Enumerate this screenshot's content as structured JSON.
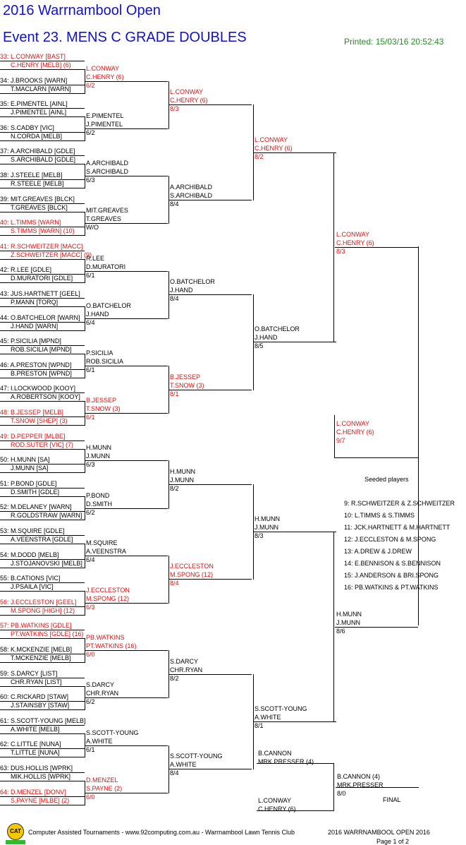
{
  "header": {
    "tournament": "2016 Warrnambool Open",
    "event": "Event 23. MENS C GRADE DOUBLES",
    "printed": "Printed: 15/03/16 20:52:43"
  },
  "draw": [
    {
      "seed_no": "33",
      "a": "L.CONWAY [BAST]",
      "b": "C.HENRY [MELB] (6)",
      "red": true
    },
    {
      "seed_no": "34",
      "a": "J.BROOKS [WARN]",
      "b": "T.MACLARN [WARN]",
      "red": false
    },
    {
      "seed_no": "35",
      "a": "E.PIMENTEL [AINL]",
      "b": "J.PIMENTEL [AINL]",
      "red": false
    },
    {
      "seed_no": "36",
      "a": "S.CADBY [VIC]",
      "b": "N.CORDA [MELB]",
      "red": false
    },
    {
      "seed_no": "37",
      "a": "A.ARCHIBALD [GDLE]",
      "b": "S.ARCHIBALD [GDLE]",
      "red": false
    },
    {
      "seed_no": "38",
      "a": "J.STEELE [MELB]",
      "b": "R.STEELE [MELB]",
      "red": false
    },
    {
      "seed_no": "39",
      "a": "MIT.GREAVES [BLCK]",
      "b": "T.GREAVES [BLCK]",
      "red": false
    },
    {
      "seed_no": "40",
      "a": "L.TIMMS [WARN]",
      "b": "S.TIMMS [WARN] (10)",
      "red": true
    },
    {
      "seed_no": "41",
      "a": "R.SCHWEITZER [MACC]",
      "b": "Z.SCHWEITZER [MACC] (9)",
      "red": true
    },
    {
      "seed_no": "42",
      "a": "R.LEE [GDLE]",
      "b": "D.MURATORI [GDLE]",
      "red": false
    },
    {
      "seed_no": "43",
      "a": "JUS.HARTNETT [GEEL]",
      "b": "P.MANN [TORQ]",
      "red": false
    },
    {
      "seed_no": "44",
      "a": "O.BATCHELOR [WARN]",
      "b": "J.HAND [WARN]",
      "red": false
    },
    {
      "seed_no": "45",
      "a": "P.SICILIA [MPND]",
      "b": "ROB.SICILIA [MPND]",
      "red": false
    },
    {
      "seed_no": "46",
      "a": "A.PRESTON [WPND]",
      "b": "B.PRESTON [WPND]",
      "red": false
    },
    {
      "seed_no": "47",
      "a": "I.LOCKWOOD [KOOY]",
      "b": "A.ROBERTSON [KOOY]",
      "red": false
    },
    {
      "seed_no": "48",
      "a": "B.JESSEP [MELB]",
      "b": "T.SNOW [SHEP] (3)",
      "red": true
    },
    {
      "seed_no": "49",
      "a": "D.PEPPER [MLBE]",
      "b": "ROD.SUTER [VIC] (7)",
      "red": true
    },
    {
      "seed_no": "50",
      "a": "H.MUNN [SA]",
      "b": "J.MUNN [SA]",
      "red": false
    },
    {
      "seed_no": "51",
      "a": "P.BOND [GDLE]",
      "b": "D.SMITH [GDLE]",
      "red": false
    },
    {
      "seed_no": "52",
      "a": "M.DELANEY [WARN]",
      "b": "R.GOLDSTRAW [WARN]",
      "red": false
    },
    {
      "seed_no": "53",
      "a": "M.SQUIRE [GDLE]",
      "b": "A.VEENSTRA [GDLE]",
      "red": false
    },
    {
      "seed_no": "54",
      "a": "M.DODD [MELB]",
      "b": "J.STOJANOVSKI [MELB]",
      "red": false
    },
    {
      "seed_no": "55",
      "a": "B.CATIONS [VIC]",
      "b": "J.PSAILA [VIC]",
      "red": false
    },
    {
      "seed_no": "56",
      "a": "J.ECCLESTON [GEEL]",
      "b": "M.SPONG [HIGH] (12)",
      "red": true
    },
    {
      "seed_no": "57",
      "a": "PB.WATKINS [GDLE]",
      "b": "PT.WATKINS [GDLE] (16)",
      "red": true
    },
    {
      "seed_no": "58",
      "a": "K.MCKENZIE [MELB]",
      "b": "T.MCKENZIE [MELB]",
      "red": false
    },
    {
      "seed_no": "59",
      "a": "S.DARCY [LIST]",
      "b": "CHR.RYAN [LIST]",
      "red": false
    },
    {
      "seed_no": "60",
      "a": "C.RICKARD [STAW]",
      "b": "J.STAINSBY [STAW]",
      "red": false
    },
    {
      "seed_no": "61",
      "a": "S.SCOTT-YOUNG [MELB]",
      "b": "A.WHITE [MELB]",
      "red": false
    },
    {
      "seed_no": "62",
      "a": "C.LITTLE [NUNA]",
      "b": "T.LITTLE [NUNA]",
      "red": false
    },
    {
      "seed_no": "63",
      "a": "DUS.HOLLIS [WPRK]",
      "b": "MIK.HOLLIS [WPRK]",
      "red": false
    },
    {
      "seed_no": "64",
      "a": "D.MENZEL [DONV]",
      "b": "S.PAYNE [MLBE] (2)",
      "red": true
    }
  ],
  "rounds": [
    [
      {
        "a": "L.CONWAY",
        "b": "C.HENRY (6)",
        "score": "6/2",
        "red": true
      },
      {
        "a": "E.PIMENTEL",
        "b": "J.PIMENTEL",
        "score": "6/2",
        "red": false
      },
      {
        "a": "A.ARCHIBALD",
        "b": "S.ARCHIBALD",
        "score": "6/3",
        "red": false
      },
      {
        "a": "MIT.GREAVES",
        "b": "T.GREAVES",
        "score": "W/O",
        "red": false
      },
      {
        "a": "R.LEE",
        "b": "D.MURATORI",
        "score": "6/1",
        "red": false
      },
      {
        "a": "O.BATCHELOR",
        "b": "J.HAND",
        "score": "6/4",
        "red": false
      },
      {
        "a": "P.SICILIA",
        "b": "ROB.SICILIA",
        "score": "6/1",
        "red": false
      },
      {
        "a": "B.JESSEP",
        "b": "T.SNOW (3)",
        "score": "6/1",
        "red": true
      },
      {
        "a": "H.MUNN",
        "b": "J.MUNN",
        "score": "6/3",
        "red": false
      },
      {
        "a": "P.BOND",
        "b": "D.SMITH",
        "score": "6/2",
        "red": false
      },
      {
        "a": "M.SQUIRE",
        "b": "A.VEENSTRA",
        "score": "6/4",
        "red": false
      },
      {
        "a": "J.ECCLESTON",
        "b": "M.SPONG (12)",
        "score": "6/3",
        "red": true
      },
      {
        "a": "PB.WATKINS",
        "b": "PT.WATKINS (16)",
        "score": "6/0",
        "red": true
      },
      {
        "a": "S.DARCY",
        "b": "CHR.RYAN",
        "score": "6/2",
        "red": false
      },
      {
        "a": "S.SCOTT-YOUNG",
        "b": "A.WHITE",
        "score": "6/1",
        "red": false
      },
      {
        "a": "D.MENZEL",
        "b": "S.PAYNE (2)",
        "score": "6/0",
        "red": true
      }
    ],
    [
      {
        "a": "L.CONWAY",
        "b": "C.HENRY (6)",
        "score": "8/3",
        "red": true
      },
      {
        "a": "A.ARCHIBALD",
        "b": "S.ARCHIBALD",
        "score": "8/4",
        "red": false
      },
      {
        "a": "O.BATCHELOR",
        "b": "J.HAND",
        "score": "8/4",
        "red": false
      },
      {
        "a": "B.JESSEP",
        "b": "T.SNOW (3)",
        "score": "8/1",
        "red": true
      },
      {
        "a": "H.MUNN",
        "b": "J.MUNN",
        "score": "8/2",
        "red": false
      },
      {
        "a": "J.ECCLESTON",
        "b": "M.SPONG (12)",
        "score": "8/4",
        "red": true
      },
      {
        "a": "S.DARCY",
        "b": "CHR.RYAN",
        "score": "8/2",
        "red": false
      },
      {
        "a": "S.SCOTT-YOUNG",
        "b": "A.WHITE",
        "score": "8/4",
        "red": false
      }
    ],
    [
      {
        "a": "L.CONWAY",
        "b": "C.HENRY (6)",
        "score": "8/2",
        "red": true
      },
      {
        "a": "O.BATCHELOR",
        "b": "J.HAND",
        "score": "8/5",
        "red": false
      },
      {
        "a": "H.MUNN",
        "b": "J.MUNN",
        "score": "8/3",
        "red": false
      },
      {
        "a": "S.SCOTT-YOUNG",
        "b": "A.WHITE",
        "score": "8/1",
        "red": false
      }
    ],
    [
      {
        "a": "L.CONWAY",
        "b": "C.HENRY (6)",
        "score": "8/3",
        "red": true
      },
      {
        "a": "H.MUNN",
        "b": "J.MUNN",
        "score": "8/6",
        "red": false
      }
    ],
    [
      {
        "a": "L.CONWAY",
        "b": "C.HENRY (6)",
        "score": "9/7",
        "red": true
      }
    ]
  ],
  "final_box": {
    "top_a": "B.CANNON",
    "top_b": "MRK.PRESSER (4)",
    "bottom_a": "L.CONWAY",
    "bottom_b": "C.HENRY (6)",
    "winner_a": "B.CANNON (4)",
    "winner_b": "MRK.PRESSER",
    "winner_score": "8/0",
    "label": "FINAL"
  },
  "seeds": {
    "heading": "Seeded players",
    "list": [
      "9: R.SCHWEITZER & Z.SCHWEITZER",
      "10: L.TIMMS & S.TIMMS",
      "11: JCK.HARTNETT & M.HARTNETT",
      "12: J.ECCLESTON & M.SPONG",
      "13: A.DREW & J.DREW",
      "14: E.BENNISON & S.BENNISON",
      "15: J.ANDERSON & BRI.SPONG",
      "16: PB.WATKINS & PT.WATKINS"
    ]
  },
  "footer": {
    "logo": "CAT",
    "text": "Computer Assisted Tournaments - www.92computing.com.au  -  Warrnambool Lawn Tennis Club",
    "right": "2016 WARRNAMBOOL OPEN 2016",
    "page": "Page 1 of 2"
  },
  "colors": {
    "title": "#1010d0",
    "printed": "#2a8a2a",
    "seeded_red": "#dd1111",
    "logo": "#f5c800",
    "logo_bar": "#2bbd2b"
  }
}
